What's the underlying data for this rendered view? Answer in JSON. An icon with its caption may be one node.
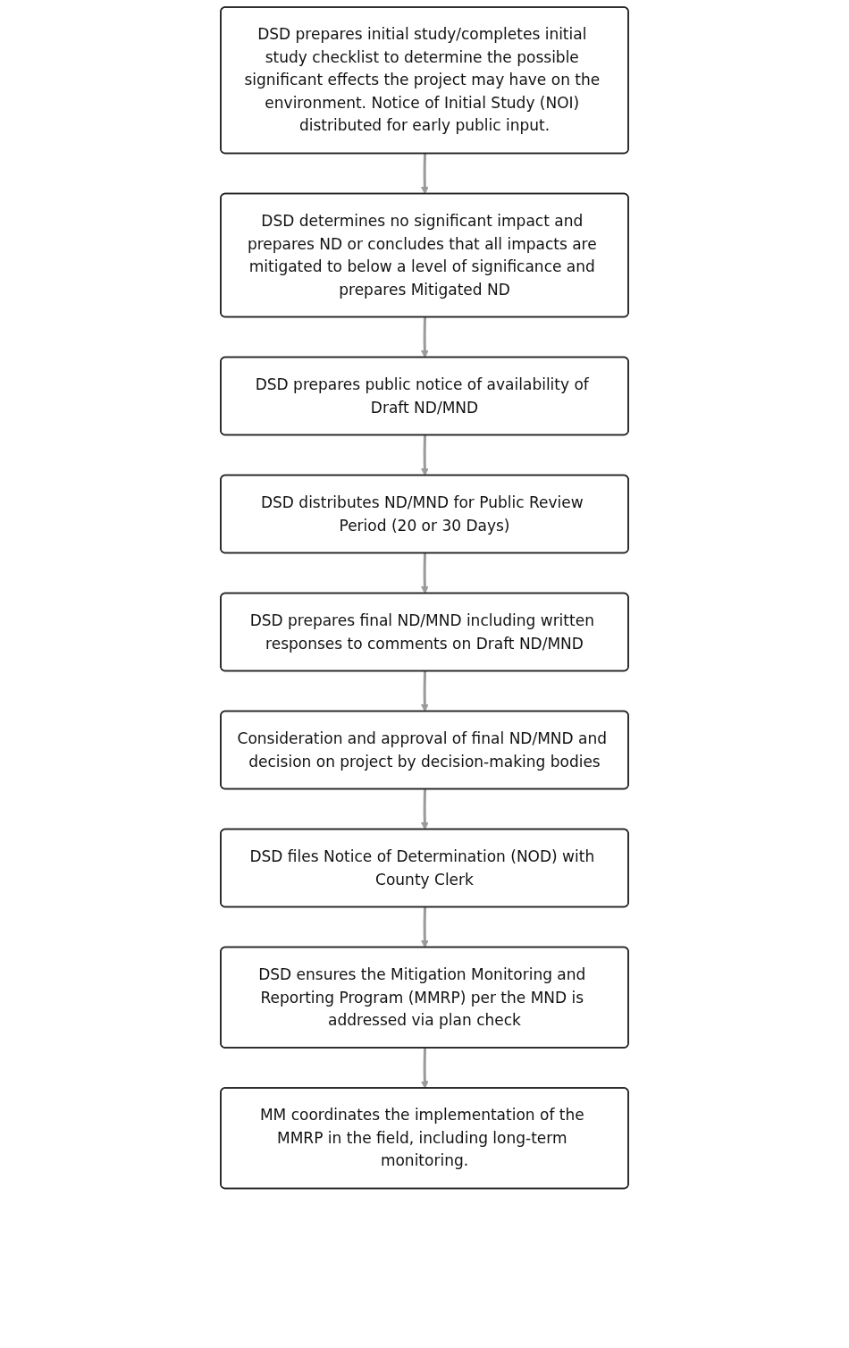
{
  "diagram": {
    "nodes": [
      {
        "text": [
          "DSD prepares initial study/completes initial study checklist to determine the possible significant effects the project may have on the environment. Notice of Initial Study (NOI) distributed for early public input."
        ]
      },
      {
        "text": [
          "DSD determines no significant impact and prepares ND or concludes that all impacts are mitigated to below a level of significance and prepares Mitigated ND"
        ]
      },
      {
        "text": [
          "DSD prepares public notice of availability of Draft ND/MND"
        ]
      },
      {
        "text": [
          "DSD distributes ND/MND for Public Review Period (20 or 30 Days)"
        ]
      },
      {
        "text": [
          "DSD prepares final ND/MND including written responses to comments on Draft ND/MND"
        ]
      },
      {
        "text": [
          "Consideration and approval of final ND/MND and decision on project by decision-making bodies"
        ]
      },
      {
        "text": [
          "DSD files Notice of Determination (NOD) with County Clerk"
        ]
      },
      {
        "text": [
          "DSD ensures the Mitigation Monitoring and Reporting Program (MMRP) per the MND is addressed via plan check"
        ]
      },
      {
        "text": [
          "MM coordinates the implementation of the MMRP in the field, including long-term monitoring."
        ]
      }
    ],
    "edges": [
      {
        "from": 0,
        "to": 1,
        "arrow": "to"
      },
      {
        "from": 1,
        "to": 2,
        "arrow": "to"
      },
      {
        "from": 2,
        "to": 3,
        "arrow": "to"
      },
      {
        "from": 3,
        "to": 4,
        "arrow": "to"
      },
      {
        "from": 4,
        "to": 5,
        "arrow": "to"
      },
      {
        "from": 5,
        "to": 6,
        "arrow": "to"
      },
      {
        "from": 6,
        "to": 7,
        "arrow": "to"
      },
      {
        "from": 7,
        "to": 8,
        "arrow": "to"
      }
    ]
  }
}
